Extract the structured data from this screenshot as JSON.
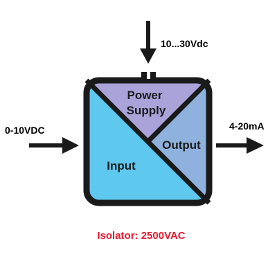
{
  "sections": {
    "power_supply_label_line1": "Power",
    "power_supply_label_line2": "Supply",
    "output_label": "Output",
    "input_label": "Input"
  },
  "signals": {
    "input_signal": "0-10VDC",
    "power_signal": "10...30Vdc",
    "output_signal": "4-20mA"
  },
  "caption": "Isolator: 2500VAC",
  "colors": {
    "input_fill": "#5fc8ef",
    "power_fill": "#a9a3d9",
    "output_fill": "#8eb1dd",
    "outline": "#1a1a1a",
    "caption": "#e8192c"
  }
}
